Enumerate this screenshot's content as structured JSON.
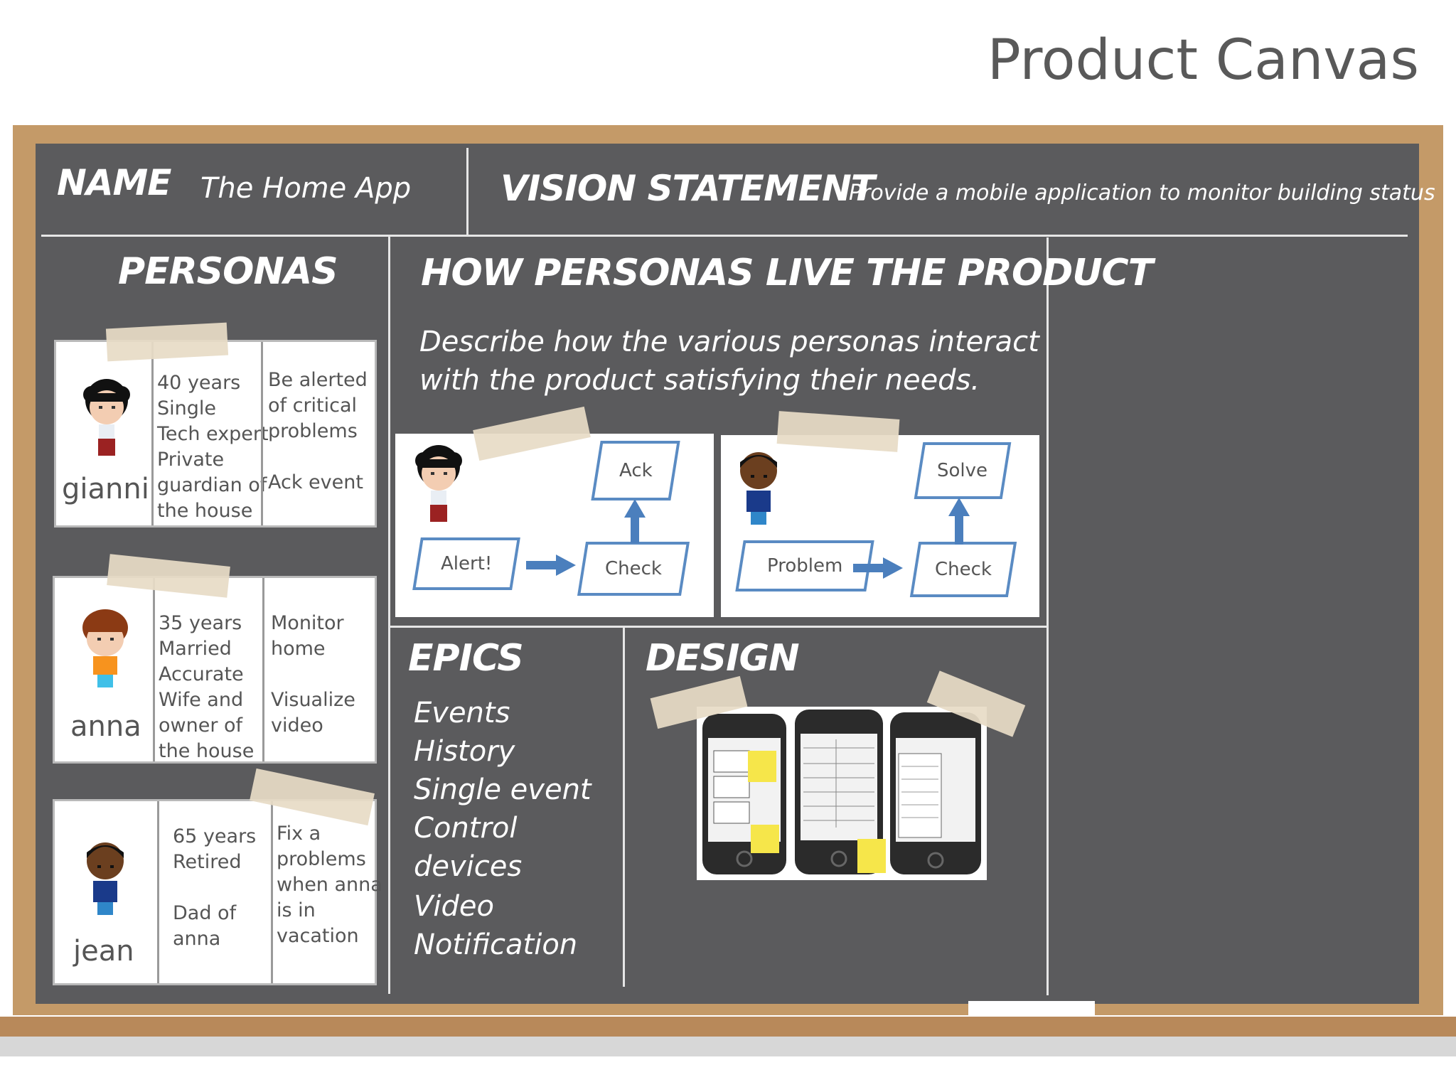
{
  "title": "Product Canvas",
  "name": {
    "label": "NAME",
    "value": "The Home App"
  },
  "vision": {
    "label": "VISION STATEMENT",
    "value": "Provide a mobile application to monitor building status"
  },
  "personas": {
    "label": "PERSONAS",
    "cards": [
      {
        "name": "gianni",
        "traits": "40 years\nSingle\nTech expert\nPrivate\nguardian of\nthe house",
        "needs": "Be alerted\nof critical\nproblems\n\nAck event"
      },
      {
        "name": "anna",
        "traits": "35 years\nMarried\nAccurate\nWife and\nowner of\nthe house",
        "needs": "Monitor\nhome\n\nVisualize\nvideo"
      },
      {
        "name": "jean",
        "traits": "65 years\nRetired\n\nDad of\nanna",
        "needs": "Fix a\nproblems\nwhen anna\nis in\nvacation"
      }
    ]
  },
  "how": {
    "label": "HOW PERSONAS LIVE THE PRODUCT",
    "description_line1": "Describe how the various personas interact",
    "description_line2": "with the product satisfying their needs.",
    "flow1": {
      "start": "Alert!",
      "middle": "Check",
      "end": "Ack"
    },
    "flow2": {
      "start": "Problem",
      "middle": "Check",
      "end": "Solve"
    }
  },
  "epics": {
    "label": "EPICS",
    "items": [
      "Events",
      "History",
      "Single event",
      "Control",
      "devices",
      "Video",
      "Notification"
    ]
  },
  "design": {
    "label": "DESIGN"
  },
  "colors": {
    "board": "#5b5b5d",
    "frame": "#c49a68",
    "flow_border": "#5a8bc3"
  }
}
